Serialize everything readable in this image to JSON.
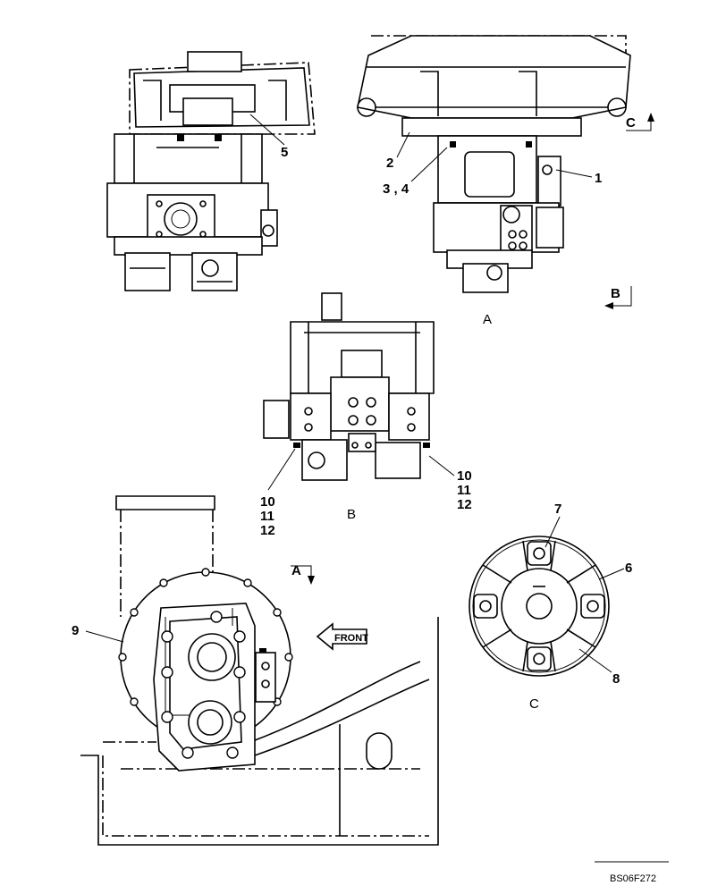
{
  "views": {
    "a": "A",
    "b": "B",
    "c": "C"
  },
  "callouts": {
    "p1": "1",
    "p2": "2",
    "p34": "3 , 4",
    "p5": "5",
    "p6": "6",
    "p7": "7",
    "p8": "8",
    "p9": "9",
    "p10l": "10",
    "p11l": "11",
    "p12l": "12",
    "p10r": "10",
    "p11r": "11",
    "p12r": "12"
  },
  "markers": {
    "c_arrow": "C",
    "b_arrow": "B",
    "a_arrow": "A"
  },
  "front_label": "FRONT",
  "drawing_code": "BS06F272"
}
